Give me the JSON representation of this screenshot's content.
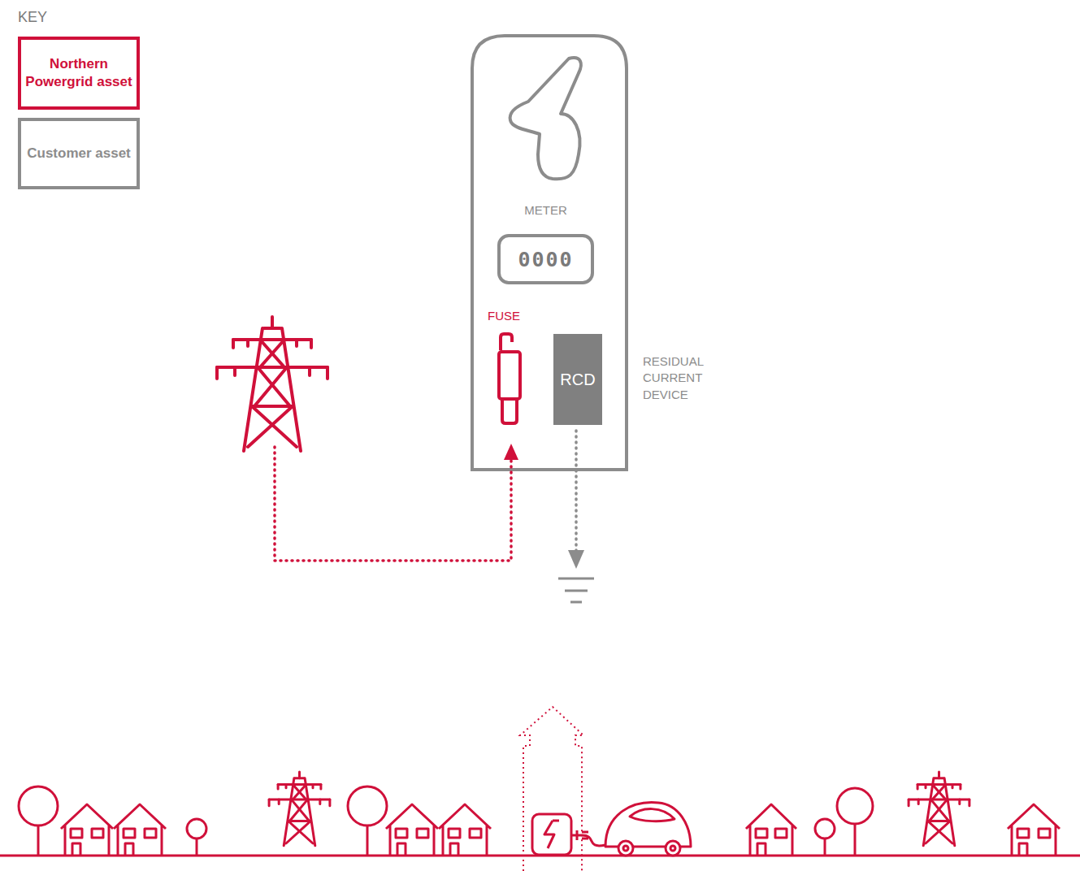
{
  "diagram": {
    "nodes": [
      {
        "text": [
          "METER",
          "0000"
        ]
      },
      {
        "text": [
          "FUSE"
        ]
      },
      {
        "text": [
          "RCD",
          "RESIDUAL CURRENT DEVICE"
        ]
      }
    ],
    "labels": [
      "KEY"
    ],
    "legend": [
      {
        "text": "Northern Powergrid asset",
        "color": "#d0103a"
      },
      {
        "text": "Customer asset",
        "color": "#8c8c8c"
      }
    ]
  }
}
